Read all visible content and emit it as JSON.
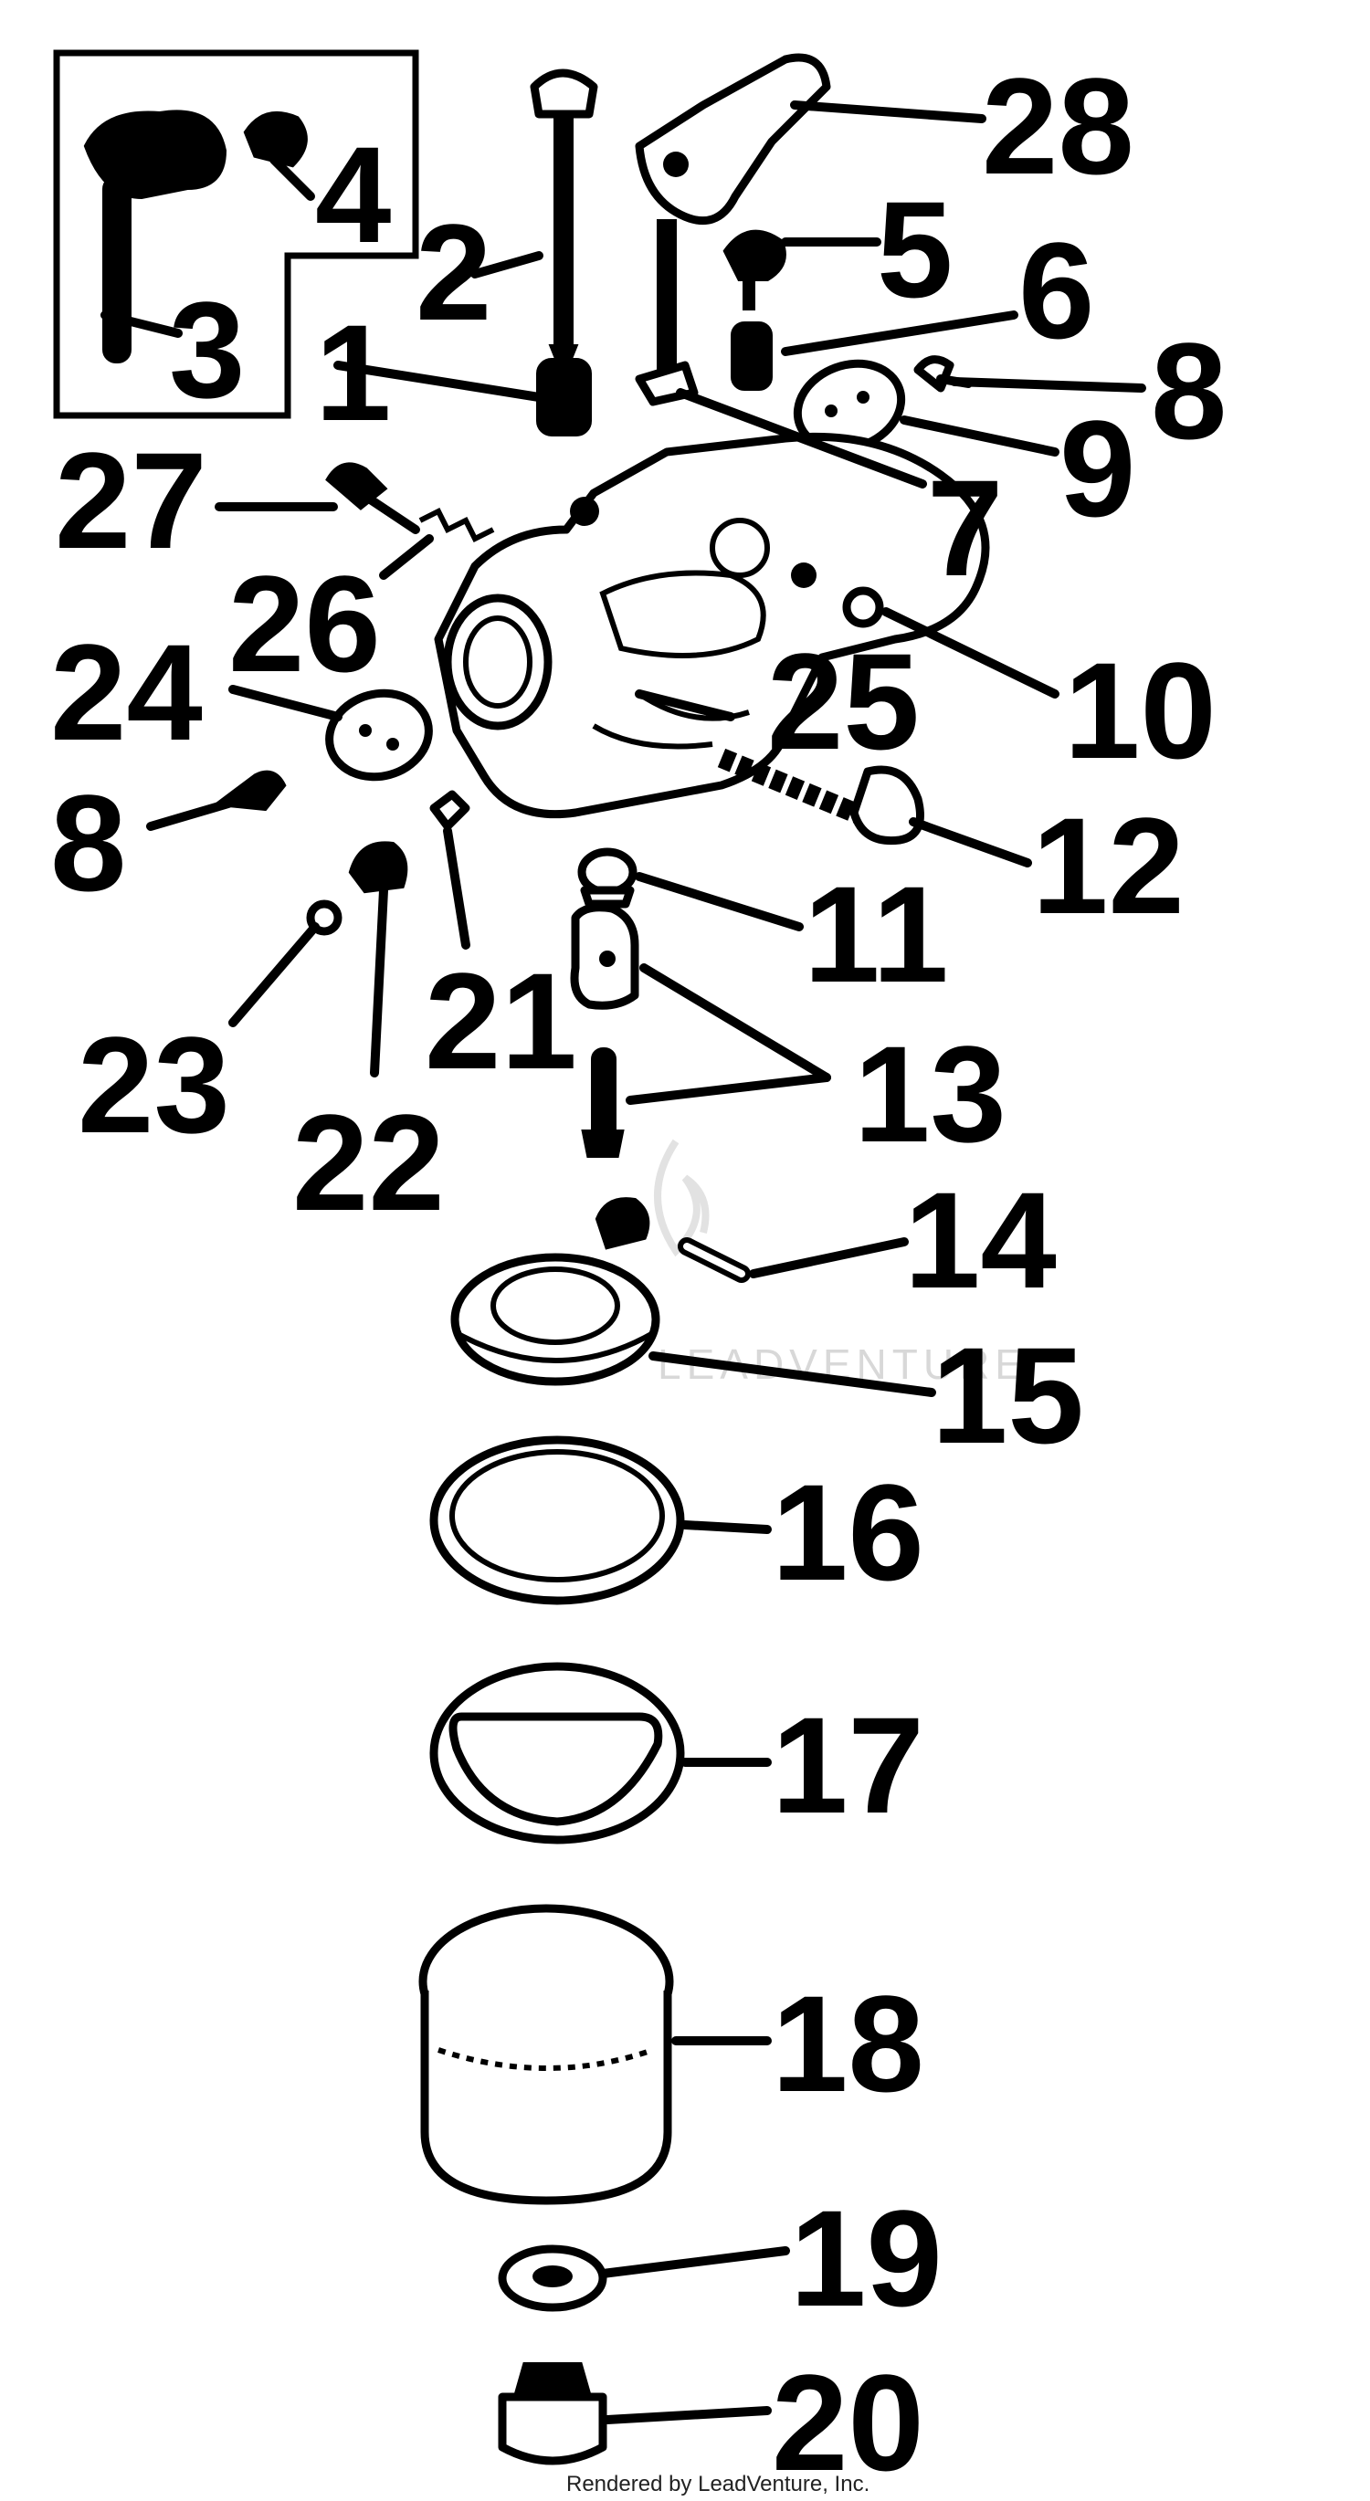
{
  "callouts": {
    "c1": "1",
    "c2": "2",
    "c3": "3",
    "c4": "4",
    "c5": "5",
    "c6": "6",
    "c7": "7",
    "c8a": "8",
    "c8b": "8",
    "c9": "9",
    "c10": "10",
    "c11": "11",
    "c12": "12",
    "c13": "13",
    "c14": "14",
    "c15": "15",
    "c16": "16",
    "c17": "17",
    "c18": "18",
    "c19": "19",
    "c20": "20",
    "c21": "21",
    "c22": "22",
    "c23": "23",
    "c24": "24",
    "c25": "25",
    "c26": "26",
    "c27": "27",
    "c28": "28"
  },
  "credit": "Rendered by LeadVenture, Inc.",
  "watermark": "LEADVENTURE",
  "colors": {
    "ink": "#000000",
    "paper": "#ffffff",
    "watermark": "#d8d8d8"
  }
}
